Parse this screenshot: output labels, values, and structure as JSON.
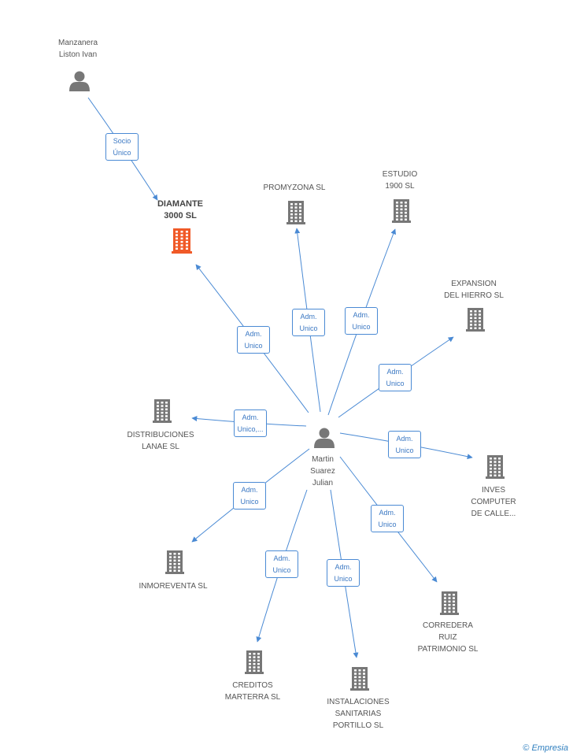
{
  "colors": {
    "edge": "#4a8ad4",
    "company": "#777777",
    "company_main": "#f05a28",
    "person": "#777777"
  },
  "nodes": [
    {
      "id": "manzanera",
      "type": "person",
      "label": "Manzanera\nListon Ivan"
    },
    {
      "id": "martin",
      "type": "person",
      "label": "Martin\nSuarez\nJulian"
    },
    {
      "id": "diamante",
      "type": "company",
      "main": true,
      "label": "DIAMANTE\n3000 SL"
    },
    {
      "id": "promyzona",
      "type": "company",
      "label": "PROMYZONA SL"
    },
    {
      "id": "estudio",
      "type": "company",
      "label": "ESTUDIO\n1900 SL"
    },
    {
      "id": "expansion",
      "type": "company",
      "label": "EXPANSION\nDEL HIERRO SL"
    },
    {
      "id": "distribuciones",
      "type": "company",
      "label": "DISTRIBUCIONES\nLANAE SL"
    },
    {
      "id": "inves",
      "type": "company",
      "label": "INVES\nCOMPUTER\nDE CALLE..."
    },
    {
      "id": "inmoreventa",
      "type": "company",
      "label": "INMOREVENTA SL"
    },
    {
      "id": "creditos",
      "type": "company",
      "label": "CREDITOS\nMARTERRA SL"
    },
    {
      "id": "instalaciones",
      "type": "company",
      "label": "INSTALACIONES\nSANITARIAS\nPORTILLO SL"
    },
    {
      "id": "corredera",
      "type": "company",
      "label": "CORREDERA\nRUIZ\nPATRIMONIO SL"
    }
  ],
  "edges": [
    {
      "from": "manzanera",
      "to": "diamante",
      "label": "Socio\nÚnico"
    },
    {
      "from": "martin",
      "to": "diamante",
      "label": "Adm.\nUnico"
    },
    {
      "from": "martin",
      "to": "promyzona",
      "label": "Adm.\nUnico"
    },
    {
      "from": "martin",
      "to": "estudio",
      "label": "Adm.\nUnico"
    },
    {
      "from": "martin",
      "to": "expansion",
      "label": "Adm.\nUnico"
    },
    {
      "from": "martin",
      "to": "distribuciones",
      "label": "Adm.\nUnico,..."
    },
    {
      "from": "martin",
      "to": "inves",
      "label": "Adm.\nUnico"
    },
    {
      "from": "martin",
      "to": "inmoreventa",
      "label": "Adm.\nUnico"
    },
    {
      "from": "martin",
      "to": "creditos",
      "label": "Adm.\nUnico"
    },
    {
      "from": "martin",
      "to": "instalaciones",
      "label": "Adm.\nUnico"
    },
    {
      "from": "martin",
      "to": "corredera",
      "label": "Adm.\nUnico"
    }
  ],
  "brand": {
    "copyright": "©",
    "name": "Empresia"
  }
}
